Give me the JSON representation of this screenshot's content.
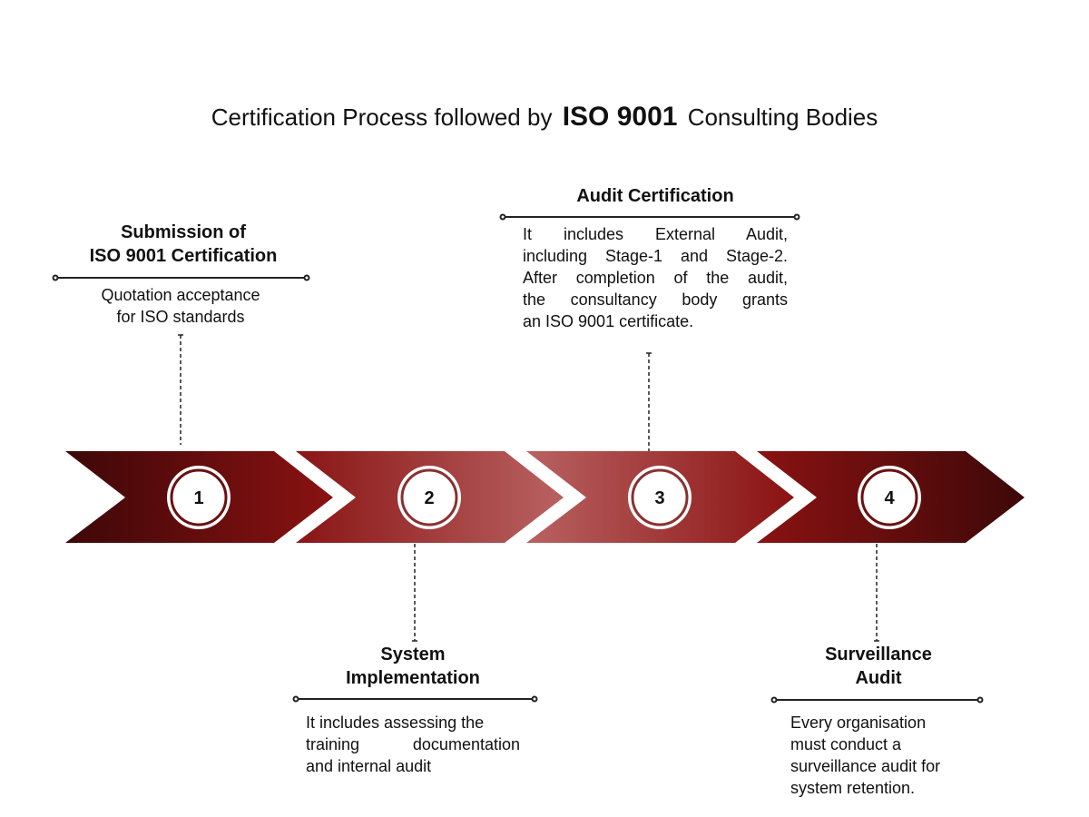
{
  "title": {
    "prefix": "Certification Process followed by",
    "emphasis": "ISO 9001",
    "suffix": "Consulting Bodies"
  },
  "colors": {
    "dark": "#3e0708",
    "mid": "#8a1212",
    "light": "#b96262"
  },
  "steps": [
    {
      "number": "1",
      "heading": [
        "Submission of",
        "ISO 9001 Certification"
      ],
      "description": [
        "Quotation acceptance",
        "for ISO standards"
      ]
    },
    {
      "number": "2",
      "heading": [
        "System",
        "Implementation"
      ],
      "description": [
        "It includes assessing the",
        "training documentation",
        "and internal audit"
      ]
    },
    {
      "number": "3",
      "heading": [
        "Audit Certification"
      ],
      "description": [
        "It includes External Audit,",
        "including Stage-1 and Stage-2.",
        "After completion of the audit,",
        "the consultancy body grants",
        "an ISO 9001 certificate."
      ]
    },
    {
      "number": "4",
      "heading": [
        "Surveillance",
        "Audit"
      ],
      "description": [
        "Every organisation",
        "must conduct a",
        "surveillance audit for",
        "system retention."
      ]
    }
  ]
}
